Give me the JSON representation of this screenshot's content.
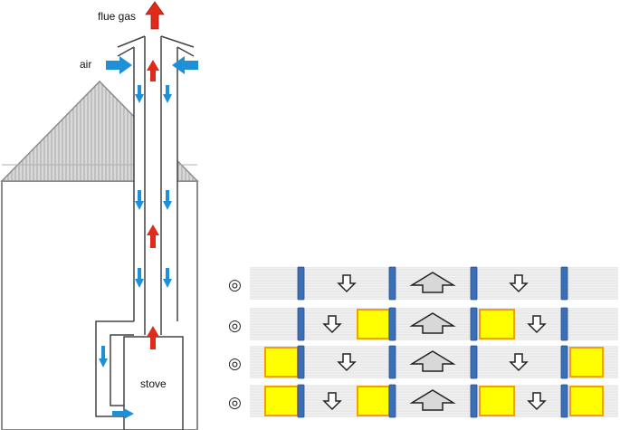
{
  "labels": {
    "flue_gas": "flue gas",
    "air": "air",
    "stove": "stove"
  },
  "rows": [
    {
      "symbol": "◎",
      "left_blocks": false,
      "right_blocks": false
    },
    {
      "symbol": "◎",
      "left_blocks": false,
      "right_blocks": true
    },
    {
      "symbol": "◎",
      "left_blocks": true,
      "right_blocks": false
    },
    {
      "symbol": "◎",
      "left_blocks": true,
      "right_blocks": true
    }
  ],
  "colors": {
    "air_arrow": "#1e90d8",
    "flue_arrow": "#e02a1a",
    "roof": "#c8c8c8",
    "wall": "#888888",
    "insulation": "#ffff00",
    "insulation_border": "#f0a000",
    "separator": "#3a6fb7",
    "strip": "#eeeeee",
    "flow_arrow_small": "#ffffff",
    "flow_arrow_big": "#d8d8d8"
  }
}
